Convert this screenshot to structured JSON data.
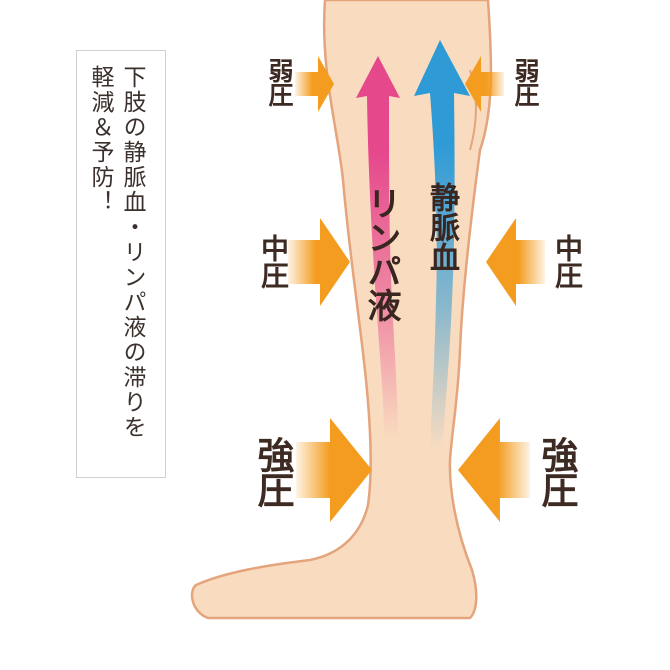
{
  "callout": {
    "line1": "下肢の静脈血・リンパ液の滞りを",
    "line2": "軽減＆予防！"
  },
  "pressure_labels": {
    "top_left": "弱圧",
    "top_right": "弱圧",
    "middle_left": "中圧",
    "middle_right": "中圧",
    "bottom_left": "強圧",
    "bottom_right": "強圧"
  },
  "flow_labels": {
    "lymph": "リンパ液",
    "venous": "静脈血"
  },
  "colors": {
    "skin": "#f9dcc0",
    "skin_outline": "#e4a47c",
    "pressure_arrow": "#f39c1f",
    "lymph_arrow": "#e6488c",
    "venous_arrow": "#2e9ad6",
    "label_text": "#3d2a22"
  },
  "icons": {
    "pressure_arrow": "arrow-right-icon",
    "flow_arrow": "arrow-up-icon"
  }
}
